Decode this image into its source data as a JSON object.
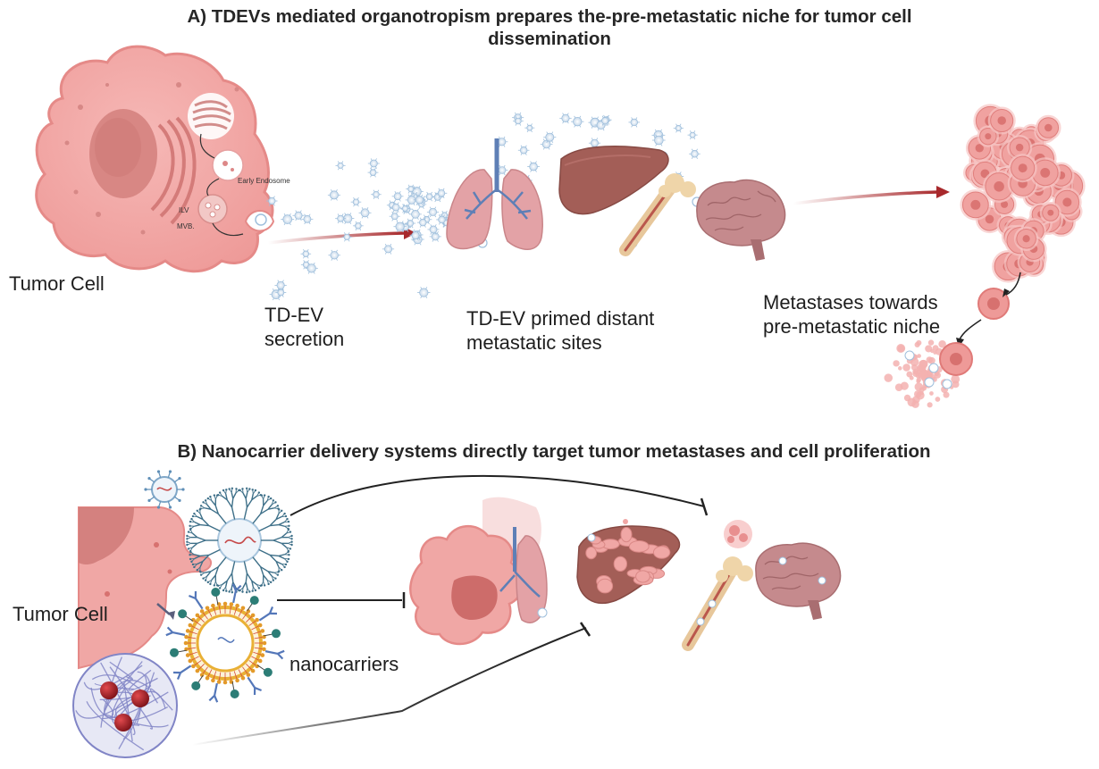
{
  "panel_a": {
    "title": "A) TDEVs mediated organotropism prepares the-pre-metastatic niche for tumor cell dissemination",
    "tumor_cell_label": "Tumor Cell",
    "early_endosome_label": "Early Endosome",
    "ilv_label": "ILV",
    "mvb_label": "MVB.",
    "secretion_label": "TD-EV secretion",
    "primed_sites_label": "TD-EV primed distant metastatic sites",
    "metastases_label": "Metastases towards pre-metastatic niche"
  },
  "panel_b": {
    "title": "B) Nanocarrier delivery systems directly target tumor metastases and cell proliferation",
    "tumor_cell_label": "Tumor Cell",
    "nanocarriers_label": "nanocarriers"
  },
  "colors": {
    "cell_fill": "#f2a9a7",
    "cell_stroke": "#e07a78",
    "nucleus": "#d37b79",
    "arrow_red": "#a8292c",
    "inhibit_line": "#222222",
    "ev_blue": "#9fbfdc",
    "lung": "#e3a2a6",
    "bronchi": "#5e7fb6",
    "liver": "#a35e57",
    "bone": "#e7c79b",
    "brain": "#c58a8d",
    "polymer": "#8185c6",
    "drug": "#a3202a",
    "liposome_head": "#e9b035",
    "antibody": "#5477b9",
    "teal_ligand": "#2c7d76"
  }
}
